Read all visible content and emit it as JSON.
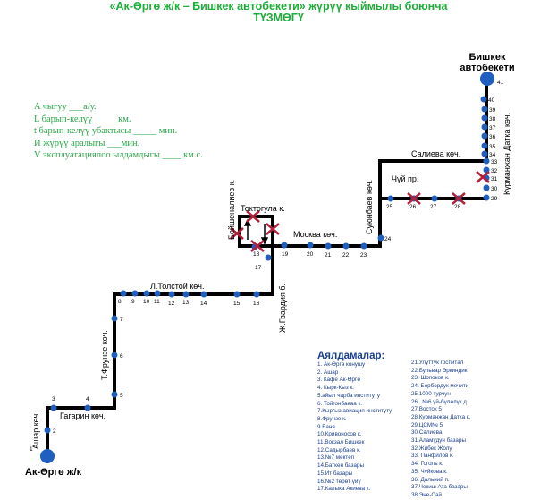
{
  "title": {
    "line1": "«Ак-Өргө ж/к – Бишкек автобекети» жүрүү кыймылы боюнча",
    "line2": "ТҮЗМӨГҮ"
  },
  "info_lines": [
    "A чыгуу ___а/у.",
    "L барып-келүү _____км.",
    "t барып-келүү убактысы _____ мин.",
    "И жүрүү аралыгы ___мин.",
    "V эксплуатациялоо ылдамдыгы ____ км.с."
  ],
  "terminals": {
    "start": "Ак-Өргө ж/к",
    "end_line1": "Бишкек",
    "end_line2": "автобекети"
  },
  "streets": {
    "ashar": "Ашар көч.",
    "gagarin": "Гагарин көч.",
    "frunze": "Т.Фрунзе көч.",
    "tolstoy": "Л.Толстой көч.",
    "gvardia": "Ж.Гвардия б.",
    "beishenaliev": "Бейшеналиев к.",
    "toktogul": "Токтогула к.",
    "moskva": "Москва көч.",
    "suyunbaev": "Суюнбаев көч.",
    "chuy": "Чүй пр.",
    "salieva": "Салиева көч.",
    "kurmanjan": "Курманжан Датка көч."
  },
  "stop_numbers": [
    "1",
    "2",
    "3",
    "4",
    "5",
    "6",
    "7",
    "8",
    "9",
    "10",
    "11",
    "12",
    "13",
    "14",
    "15",
    "16",
    "17",
    "18",
    "19",
    "20",
    "21",
    "22",
    "23",
    "24",
    "25",
    "26",
    "27",
    "28",
    "29",
    "30",
    "31",
    "32",
    "33",
    "34",
    "35",
    "36",
    "37",
    "38",
    "39",
    "40",
    "41"
  ],
  "closed_stops_marker": "red-x-icon",
  "legend": {
    "title": "Аялдамалар:",
    "col1": [
      "1. Ак-Өргө конушу",
      "2. Ашар",
      "3. Кафе Ак-Өргө",
      "4. Кырк-Кыз к.",
      "5.айыл чарба институту",
      "6. Тойгонбаева к.",
      "7.Кыргыз авиация институту",
      "8.Фрунзе к.",
      "9.Баня",
      "10.Кривоносов к.",
      "11.Вокзал Бишкек",
      "12.Садырбаев к.",
      "13.№7 мектеп",
      "14.Баткен базары",
      "15.Ит базары",
      "16.№2 төрөт үйү",
      "17.Калыка Акиева к."
    ],
    "col2": [
      "21.Улуттук госпитал",
      "22.Бульвар Эркиндик",
      "23. Шопоков к.",
      "24. Борбордук мечити",
      "25.1000 турчун",
      "26. .№6 үй-бүлөлүк д",
      "27.Восток 5",
      "28.Курманжан Датка к.",
      "29.ЦСМ№ 5",
      "30.Салиева",
      "31.Аламүдүн базары",
      "32.Жибек Жолу",
      "33. Панфилов к.",
      "34. Гоголь к.",
      "35. Чүйкова к.",
      "36. Дальний п.",
      "37.Чекиш Ата базары",
      "38.Эне-Сай"
    ]
  },
  "colors": {
    "title": "#1fae3a",
    "stop": "#1f5fbf",
    "route": "#000000",
    "closed": "#b0203a",
    "legend": "#1a3f8f"
  }
}
